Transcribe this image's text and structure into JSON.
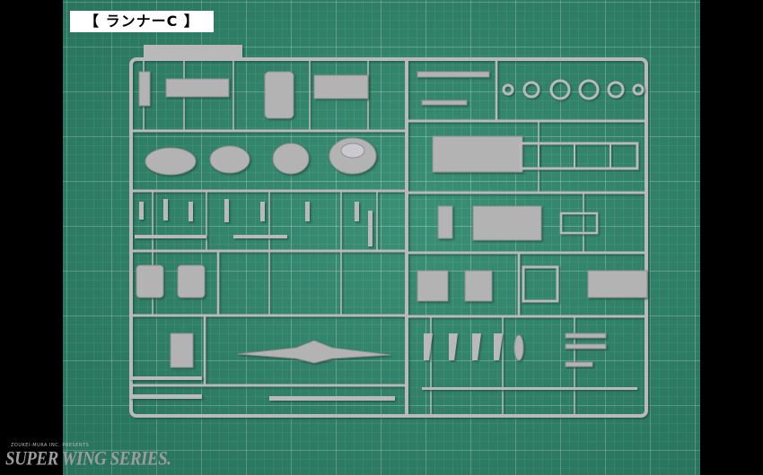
{
  "title": {
    "label": "【 ランナーC 】"
  },
  "watermark": {
    "presents": "ZOUKEI-MURA INC. PRESENTS",
    "brand": "SUPER WING SERIES."
  },
  "scene": {
    "mat_color": "#2f8a6e",
    "sprue_color": "#b9b9b9",
    "sprue_shadow": "#6f6f6f",
    "background_color": "#000000"
  }
}
